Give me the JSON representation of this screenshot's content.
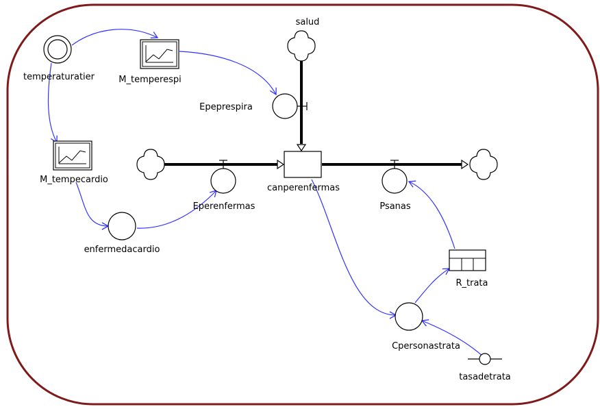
{
  "colors": {
    "frame": "#7f1a1a",
    "flow": "#000000",
    "connector": "#3333ff",
    "node_stroke": "#000000",
    "node_fill": "#ffffff"
  },
  "diagram": {
    "stock": {
      "label": "canperenfermas",
      "icon": "stock-box"
    },
    "sources": {
      "salud": "salud",
      "left_cloud": "",
      "right_cloud": ""
    },
    "flows": {
      "epeprespira": "Epeprespira",
      "eperenfermas": "Eperenfermas",
      "psanas": "Psanas"
    },
    "converters": {
      "temperaturatier": "temperaturatier",
      "enfermedacardio": "enfermedacardio",
      "cpersonastrata": "Cpersonastrata",
      "tasadetrata": "tasadetrata"
    },
    "graphs": {
      "m_temperespi": "M_temperespi",
      "m_tempecardio": "M_tempecardio"
    },
    "table": {
      "r_trata": "R_trata"
    }
  }
}
